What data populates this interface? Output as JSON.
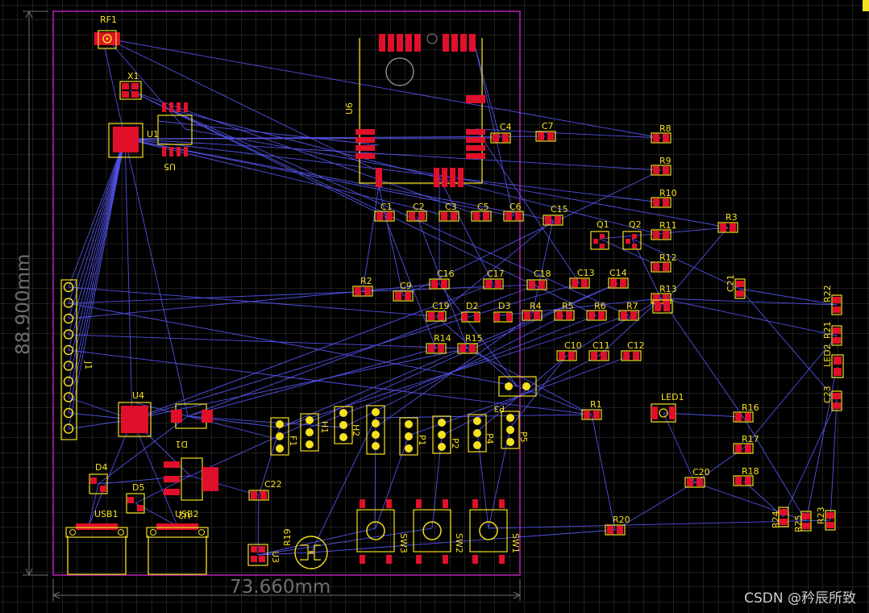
{
  "colors": {
    "background": "#000000",
    "grid": "#3a3a3a",
    "board_outline": "#8a1a8a",
    "silkscreen": "#f5e020",
    "pad": "#e0102a",
    "ratsnest": "#5a5aff",
    "dimension": "#6e6e6e"
  },
  "dimensions": {
    "width_label": "73.660mm",
    "height_label": "88.900mm"
  },
  "watermark": "CSDN @矜辰所致",
  "components": {
    "RF1": "RF1",
    "X1": "X1",
    "U1": "U1",
    "U5": "U5",
    "U6": "U6",
    "C4": "C4",
    "C7": "C7",
    "R8": "R8",
    "R9": "R9",
    "R10": "R10",
    "C1": "C1",
    "C2": "C2",
    "C3": "C3",
    "C5": "C5",
    "C6": "C6",
    "C15": "C15",
    "Q1": "Q1",
    "Q2": "Q2",
    "R11": "R11",
    "R3": "R3",
    "R12": "R12",
    "C21": "C21",
    "R13": "R13",
    "R22": "R22",
    "R2": "R2",
    "C9": "C9",
    "C16": "C16",
    "C17": "C17",
    "C18": "C18",
    "C13": "C13",
    "C14": "C14",
    "C19": "C19",
    "D2": "D2",
    "D3": "D3",
    "R4": "R4",
    "R5": "R5",
    "R6": "R6",
    "R7": "R7",
    "R21": "R21",
    "R14": "R14",
    "R15": "R15",
    "C10": "C10",
    "C11": "C11",
    "C12": "C12",
    "LED2": "LED2",
    "P3": "P3",
    "J1": "J1",
    "C23": "C23",
    "U4": "U4",
    "R1": "R1",
    "LED1": "LED1",
    "R16": "R16",
    "D1": "D1",
    "H1": "H1",
    "H2": "H2",
    "P1": "P1",
    "P2": "P2",
    "P4": "P4",
    "P5": "P5",
    "R17": "R17",
    "F1": "F1",
    "D4": "D4",
    "U2": "U2",
    "C20": "C20",
    "R18": "R18",
    "D5": "D5",
    "C22": "C22",
    "USB1": "USB1",
    "USB2": "USB2",
    "R24": "R24",
    "R25": "R25",
    "R23": "R23",
    "R20": "R20",
    "R19": "R19",
    "U3": "U3",
    "SW3": "SW3",
    "SW2": "SW2",
    "SW1": "SW1"
  }
}
